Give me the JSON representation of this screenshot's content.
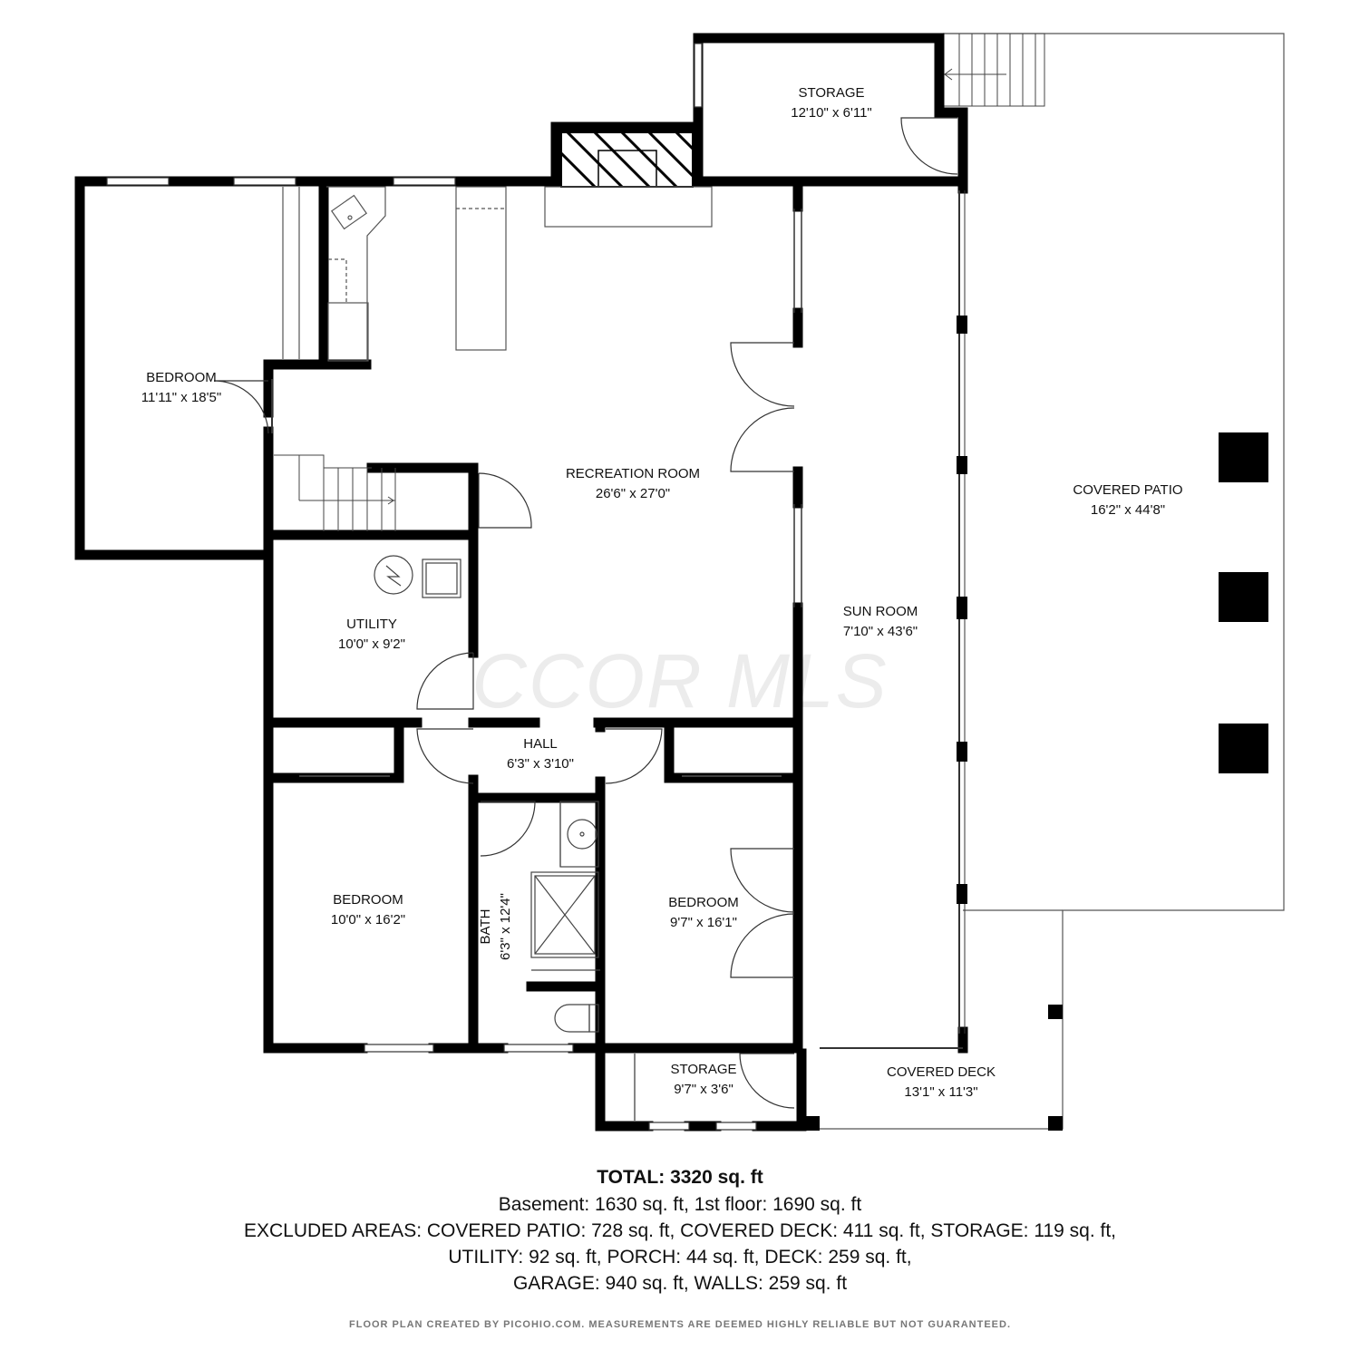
{
  "watermark": "CCOR MLS",
  "rooms": [
    {
      "id": "storage-top",
      "name": "STORAGE",
      "dims": "12'10\" x 6'11\""
    },
    {
      "id": "bedroom-1",
      "name": "BEDROOM",
      "dims": "11'11\" x 18'5\""
    },
    {
      "id": "recreation-room",
      "name": "RECREATION ROOM",
      "dims": "26'6\" x 27'0\""
    },
    {
      "id": "covered-patio",
      "name": "COVERED PATIO",
      "dims": "16'2\" x 44'8\""
    },
    {
      "id": "utility",
      "name": "UTILITY",
      "dims": "10'0\" x 9'2\""
    },
    {
      "id": "sun-room",
      "name": "SUN ROOM",
      "dims": "7'10\" x 43'6\""
    },
    {
      "id": "hall",
      "name": "HALL",
      "dims": "6'3\" x 3'10\""
    },
    {
      "id": "bedroom-2",
      "name": "BEDROOM",
      "dims": "10'0\" x 16'2\""
    },
    {
      "id": "bath",
      "name": "BATH",
      "dims": "6'3\" x 12'4\""
    },
    {
      "id": "bedroom-3",
      "name": "BEDROOM",
      "dims": "9'7\" x 16'1\""
    },
    {
      "id": "storage-bottom",
      "name": "STORAGE",
      "dims": "9'7\" x 3'6\""
    },
    {
      "id": "covered-deck",
      "name": "COVERED DECK",
      "dims": "13'1\" x 11'3\""
    }
  ],
  "summary": {
    "total": "TOTAL: 3320 sq. ft",
    "lines": [
      "Basement: 1630 sq. ft, 1st floor: 1690 sq. ft",
      "EXCLUDED AREAS: COVERED PATIO: 728 sq. ft, COVERED DECK: 411 sq. ft, STORAGE: 119 sq. ft,",
      "UTILITY: 92 sq. ft, PORCH: 44 sq. ft, DECK: 259 sq. ft,",
      "GARAGE: 940 sq. ft, WALLS: 259 sq. ft"
    ]
  },
  "credit": "FLOOR PLAN CREATED BY PICOHIO.COM. MEASUREMENTS ARE DEEMED HIGHLY RELIABLE BUT NOT GUARANTEED."
}
